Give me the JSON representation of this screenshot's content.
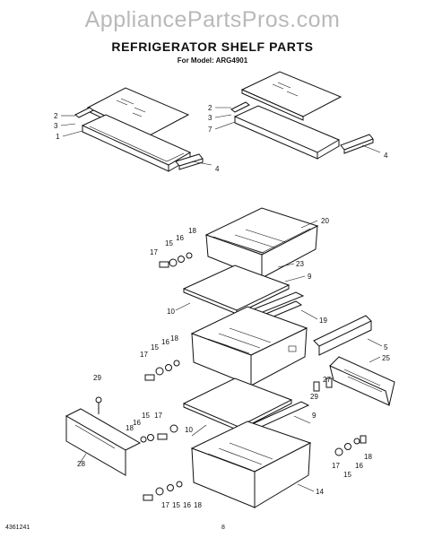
{
  "watermark": "AppliancePartsPros.com",
  "title": "REFRIGERATOR SHELF PARTS",
  "model_line": "For Model: ARG4901",
  "footer": {
    "doc_number": "4361241",
    "page_number": "8"
  },
  "callouts": {
    "c1": "2",
    "c2": "3",
    "c3": "1",
    "c4": "4",
    "c5": "2",
    "c6": "3",
    "c7": "7",
    "c8": "4",
    "c9": "20",
    "c10": "18",
    "c11": "16",
    "c12": "15",
    "c13": "17",
    "c14": "23",
    "c15": "9",
    "c16": "10",
    "c17": "19",
    "c18": "5",
    "c19": "25",
    "c20": "18",
    "c21": "16",
    "c22": "15",
    "c23": "17",
    "c24": "29",
    "c25": "27",
    "c26": "29",
    "c27": "17",
    "c28": "15",
    "c29": "16",
    "c30": "18",
    "c31": "9",
    "c32": "10",
    "c33": "28",
    "c34": "18",
    "c35": "17",
    "c36": "15",
    "c37": "16",
    "c38": "14",
    "c39": "17",
    "c40": "15",
    "c41": "16",
    "c42": "18"
  }
}
